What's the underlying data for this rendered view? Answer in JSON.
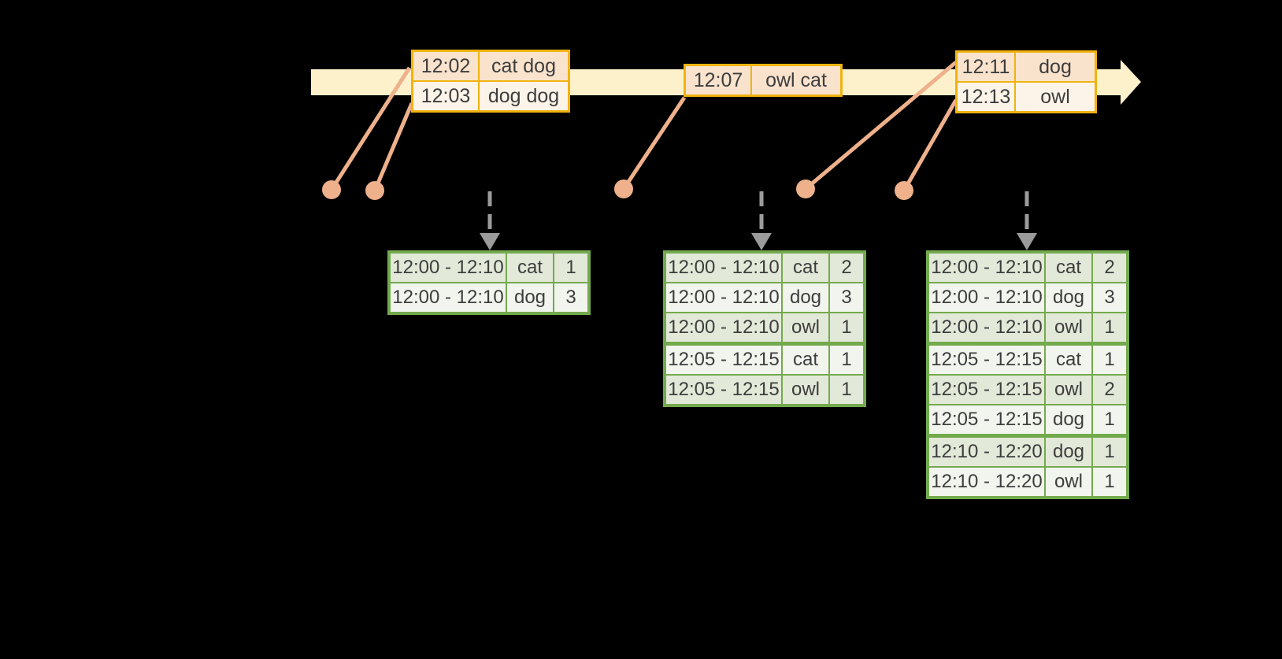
{
  "colors": {
    "background": "#000000",
    "timeline_fill": "#fdf1cb",
    "event_table_border": "#f0b30f",
    "event_row_dark": "#fae3cd",
    "event_row_light": "#fdf4e9",
    "connector_salmon": "#eeb18b",
    "trigger_arrow_gray": "#9b9b9b",
    "result_table_border": "#74aa4e",
    "result_row_dark": "#e2e9d8",
    "result_row_light": "#f2f5ee",
    "text": "#3d3d3d"
  },
  "event_tables": [
    {
      "rows": [
        {
          "time": "12:02",
          "words": "cat dog"
        },
        {
          "time": "12:03",
          "words": "dog dog"
        }
      ]
    },
    {
      "rows": [
        {
          "time": "12:07",
          "words": "owl cat"
        }
      ]
    },
    {
      "rows": [
        {
          "time": "12:11",
          "words": "dog"
        },
        {
          "time": "12:13",
          "words": "owl"
        }
      ]
    }
  ],
  "result_tables": [
    {
      "rows": [
        {
          "window": "12:00 - 12:10",
          "word": "cat",
          "count": "1"
        },
        {
          "window": "12:00 - 12:10",
          "word": "dog",
          "count": "3"
        }
      ]
    },
    {
      "rows": [
        {
          "window": "12:00 - 12:10",
          "word": "cat",
          "count": "2"
        },
        {
          "window": "12:00 - 12:10",
          "word": "dog",
          "count": "3"
        },
        {
          "window": "12:00 - 12:10",
          "word": "owl",
          "count": "1"
        },
        {
          "window": "12:05 - 12:15",
          "word": "cat",
          "count": "1"
        },
        {
          "window": "12:05 - 12:15",
          "word": "owl",
          "count": "1"
        }
      ]
    },
    {
      "rows": [
        {
          "window": "12:00 - 12:10",
          "word": "cat",
          "count": "2"
        },
        {
          "window": "12:00 - 12:10",
          "word": "dog",
          "count": "3"
        },
        {
          "window": "12:00 - 12:10",
          "word": "owl",
          "count": "1"
        },
        {
          "window": "12:05 - 12:15",
          "word": "cat",
          "count": "1"
        },
        {
          "window": "12:05 - 12:15",
          "word": "owl",
          "count": "2"
        },
        {
          "window": "12:05 - 12:15",
          "word": "dog",
          "count": "1"
        },
        {
          "window": "12:10 - 12:20",
          "word": "dog",
          "count": "1"
        },
        {
          "window": "12:10 - 12:20",
          "word": "owl",
          "count": "1"
        }
      ]
    }
  ]
}
